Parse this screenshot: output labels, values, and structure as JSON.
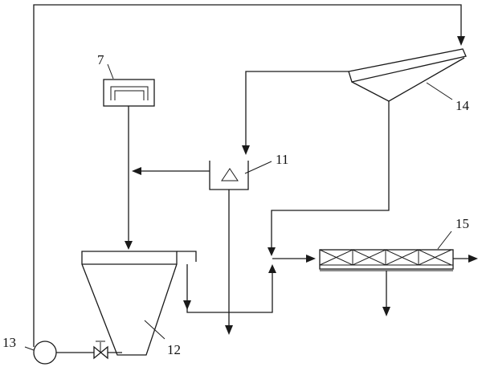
{
  "labels": {
    "unit_7": "7",
    "unit_11": "11",
    "unit_12": "12",
    "unit_13": "13",
    "unit_14": "14",
    "unit_15": "15"
  },
  "colors": {
    "line": "#1a1a1a",
    "background": "#ffffff"
  }
}
